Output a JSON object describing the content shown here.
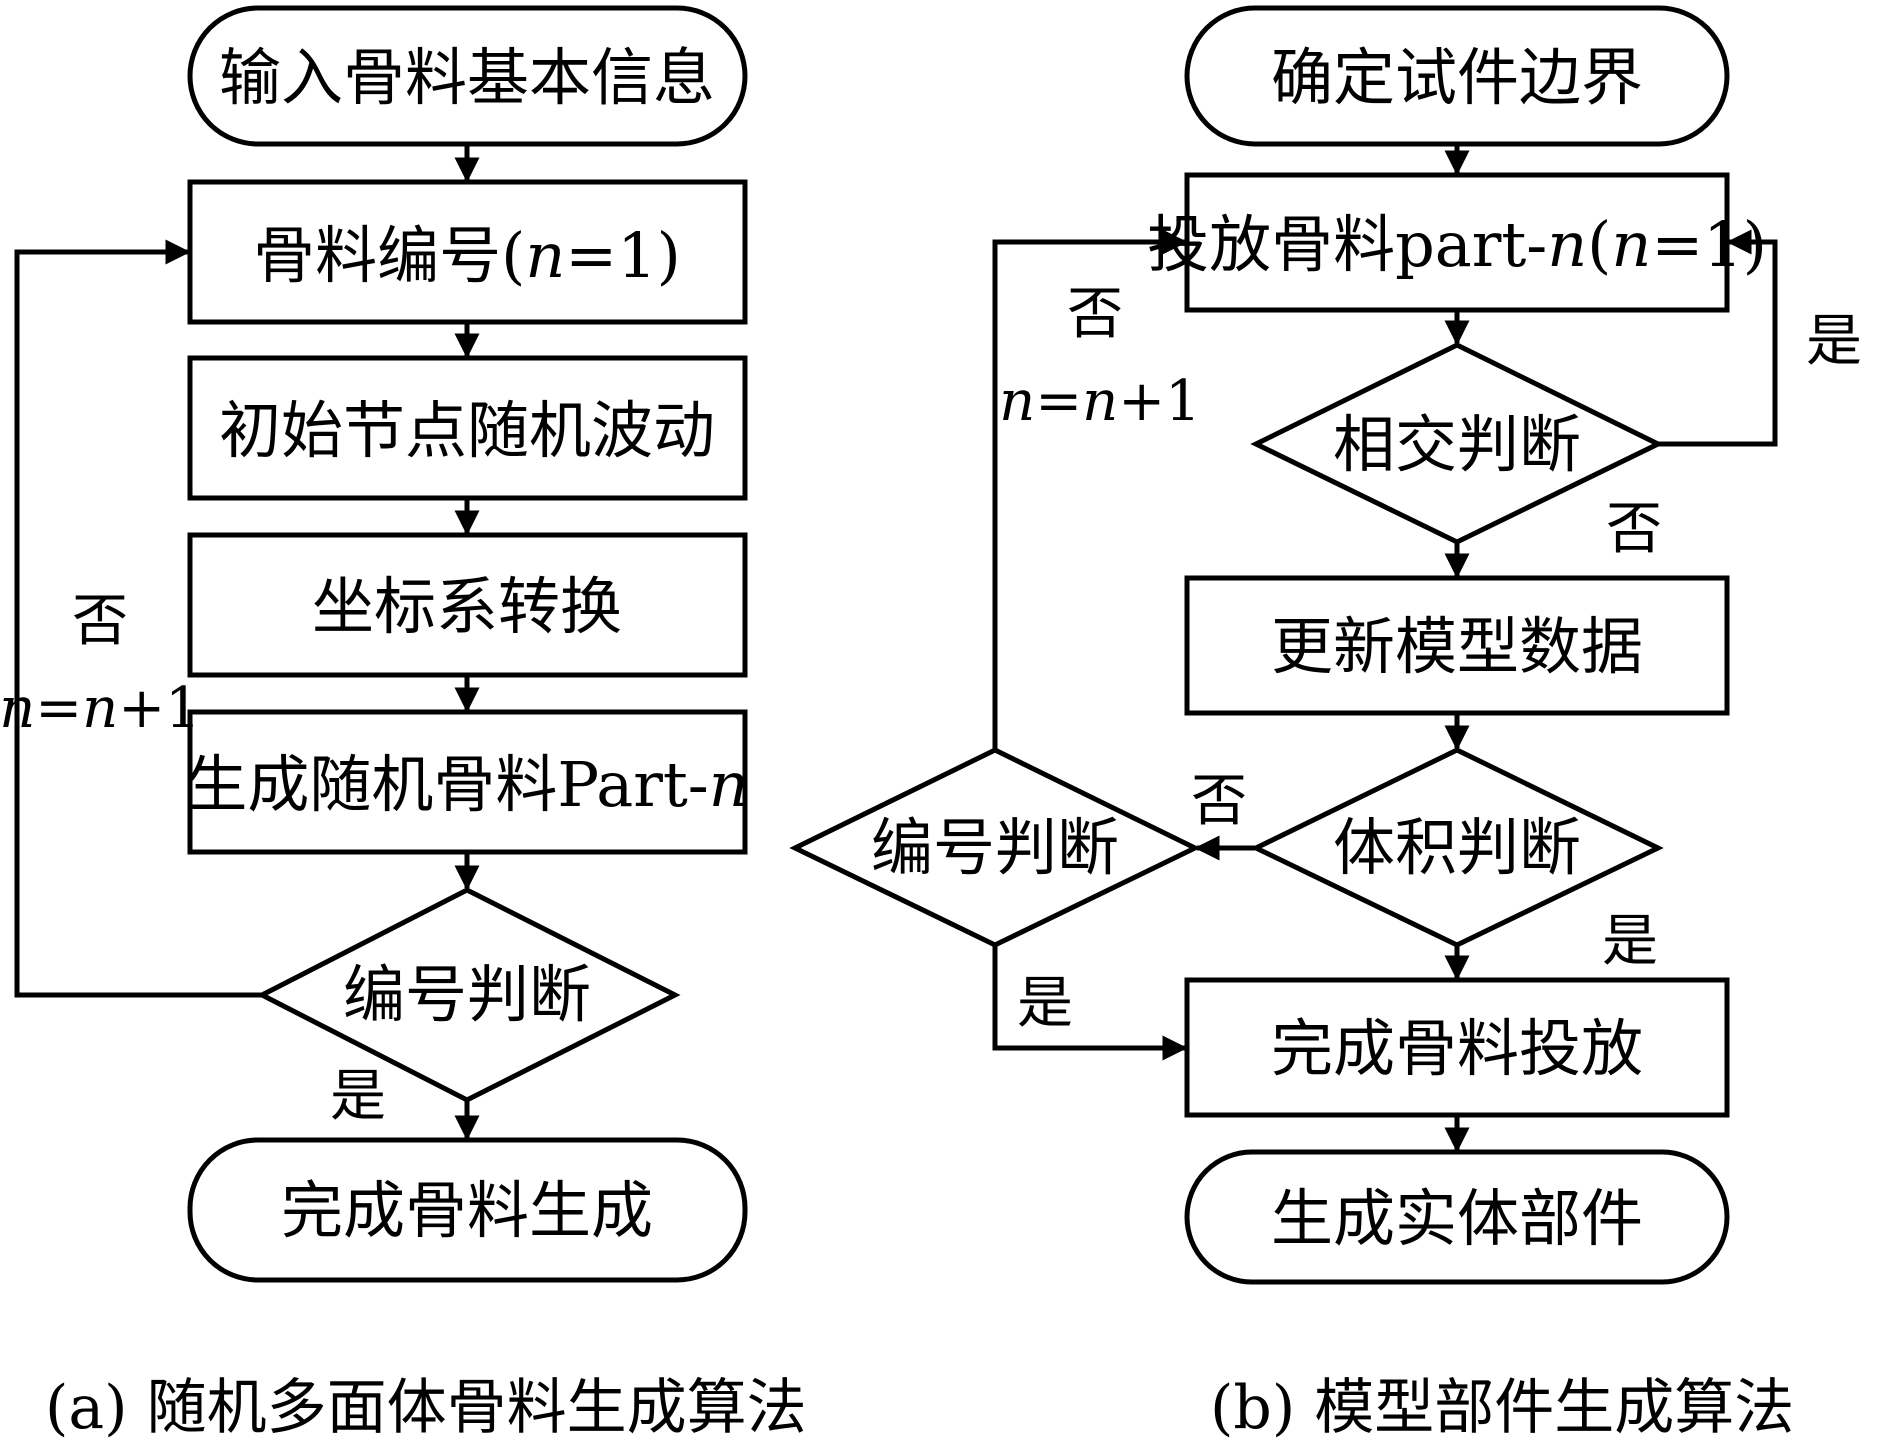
{
  "panel_a": {
    "nodes": {
      "input_info": "输入骨料基本信息",
      "aggregate_numbering": {
        "prefix": "骨料编号(",
        "var": "n",
        "suffix": "=1)"
      },
      "node_perturb": "初始节点随机波动",
      "coord_transform": "坐标系转换",
      "generate_part": {
        "prefix": "生成随机骨料Part-",
        "var": "n"
      },
      "number_check": "编号判断",
      "finish": "完成骨料生成"
    },
    "labels": {
      "no": "否",
      "increment": {
        "var1": "n",
        "eq": "=",
        "var2": "n",
        "plus": "+1"
      },
      "yes": "是"
    },
    "caption": "(a) 随机多面体骨料生成算法"
  },
  "panel_b": {
    "nodes": {
      "boundary": "确定试件边界",
      "place_part": {
        "prefix": "投放骨料part-",
        "var1": "n",
        "mid": "(",
        "var2": "n",
        "suffix": "=1)"
      },
      "intersect_check": "相交判断",
      "update_data": "更新模型数据",
      "volume_check": "体积判断",
      "number_check": "编号判断",
      "finish_place": "完成骨料投放",
      "generate_solid": "生成实体部件"
    },
    "labels": {
      "no_loop": "否",
      "increment": {
        "var1": "n",
        "eq": "=",
        "var2": "n",
        "plus": "+1"
      },
      "yes_intersect": "是",
      "no_intersect": "否",
      "no_volume": "否",
      "yes_volume": "是",
      "yes_number": "是"
    },
    "caption": "(b) 模型部件生成算法"
  }
}
